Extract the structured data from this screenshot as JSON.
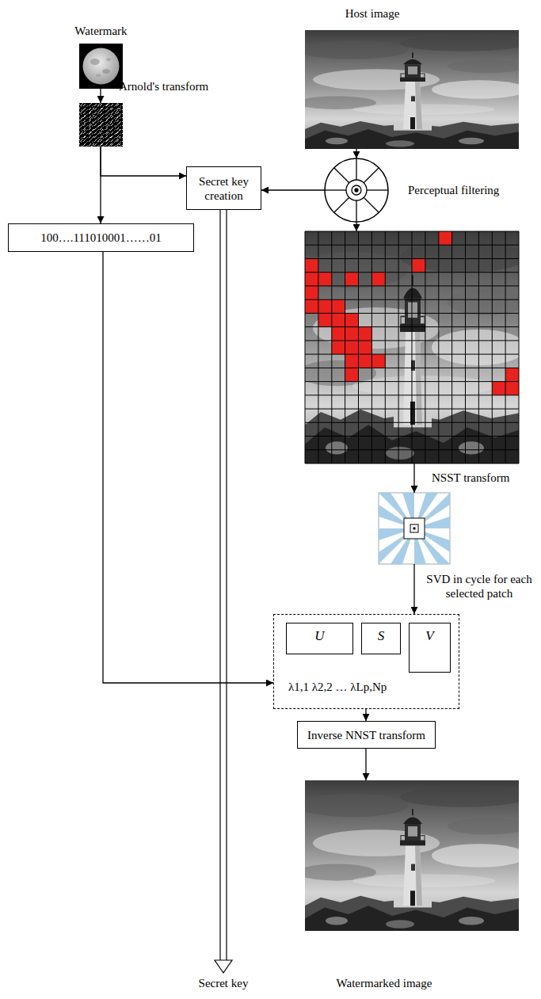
{
  "diagram": {
    "nodes": [
      {
        "text": [
          "Watermark"
        ]
      },
      {
        "text": [
          "Host image"
        ]
      },
      {
        "text": []
      },
      {
        "text": [
          "Secret key creation"
        ]
      },
      {
        "text": [
          "Perceptual filtering"
        ]
      },
      {
        "text": [
          "100….111010001……01"
        ]
      },
      {
        "text": []
      },
      {
        "text": []
      },
      {
        "text": [
          "λ1,1 λ2,2 … λLp,Np"
        ]
      },
      {
        "text": [
          "U"
        ],
        "in": 8
      },
      {
        "text": [
          "S"
        ],
        "in": 8
      },
      {
        "text": [
          "V"
        ],
        "in": 8
      },
      {
        "text": [
          "Inverse NNST transform"
        ]
      },
      {
        "text": [
          "Watermarked image"
        ]
      }
    ],
    "edges": [
      {
        "from": 0,
        "to": 2,
        "label": "Arnold's transform",
        "arrow": "to"
      },
      {
        "from": 1,
        "to": 4,
        "arrow": "to"
      },
      {
        "from": 2,
        "to": 3,
        "arrow": "to"
      },
      {
        "from": 2,
        "to": 5,
        "arrow": "to"
      },
      {
        "from": 4,
        "to": 3,
        "arrow": "to"
      },
      {
        "from": 4,
        "to": 6,
        "arrow": "to"
      },
      {
        "from": 6,
        "to": 7,
        "label": "NSST transform",
        "arrow": "to"
      },
      {
        "from": 7,
        "to": 8,
        "label": "SVD in cycle for each selected patch",
        "arrow": "to"
      },
      {
        "from": 5,
        "to": 8,
        "arrow": "to"
      },
      {
        "from": 8,
        "to": 12,
        "arrow": "to"
      },
      {
        "from": 12,
        "to": 13,
        "arrow": "to"
      }
    ],
    "labels": [
      "Secret key"
    ]
  }
}
